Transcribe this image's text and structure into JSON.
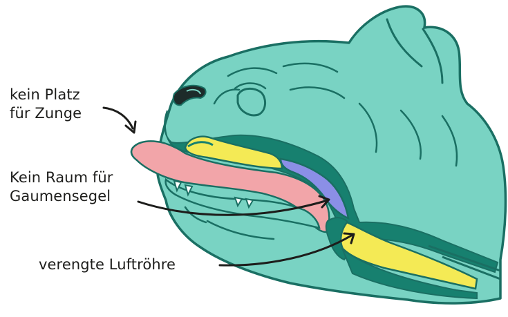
{
  "labels": {
    "tongue": {
      "line1": "kein Platz",
      "line2": "für Zunge"
    },
    "soft_palate": {
      "line1": "Kein Raum für",
      "line2": "Gaumensegel"
    },
    "trachea": {
      "line1": "verengte Luftröhre"
    }
  },
  "colors": {
    "head_fill": "#79d3c3",
    "outline": "#1a6f63",
    "passage_dark": "#17806f",
    "tongue": "#f2a5a9",
    "palate_yellow": "#f4ea55",
    "soft_palate_purple": "#8b8fe6",
    "text": "#1d1d1b"
  }
}
